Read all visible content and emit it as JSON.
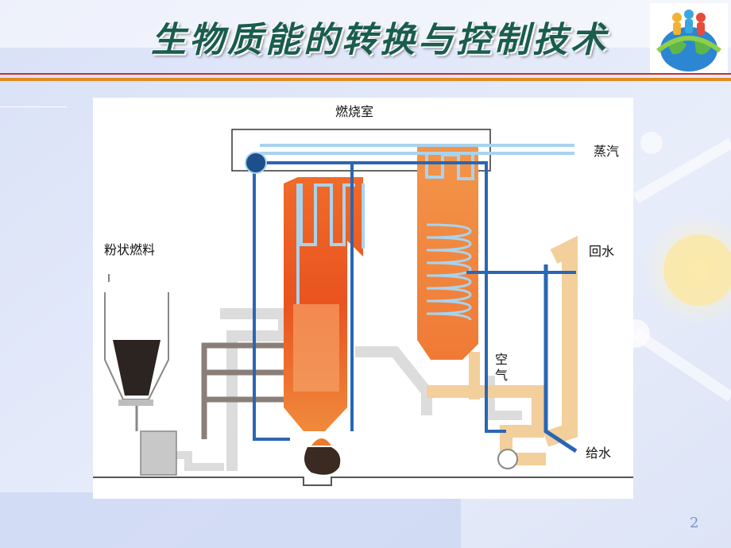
{
  "slide": {
    "title": "生物质能的转换与控制技术",
    "page_number": "2"
  },
  "diagram": {
    "labels": {
      "furnace": "燃烧室",
      "steam": "蒸汽",
      "return_water": "回水",
      "fuel": "粉状燃料",
      "air": "空气",
      "feed_water": "给水"
    },
    "colors": {
      "flame": "#e9531f",
      "water_pipe": "#2a66b3",
      "steam_pipe": "#a7d3ef",
      "air_duct": "#f3cf9c",
      "duct_grey": "#dcdcdc",
      "title_green": "#1a5d4e"
    }
  }
}
